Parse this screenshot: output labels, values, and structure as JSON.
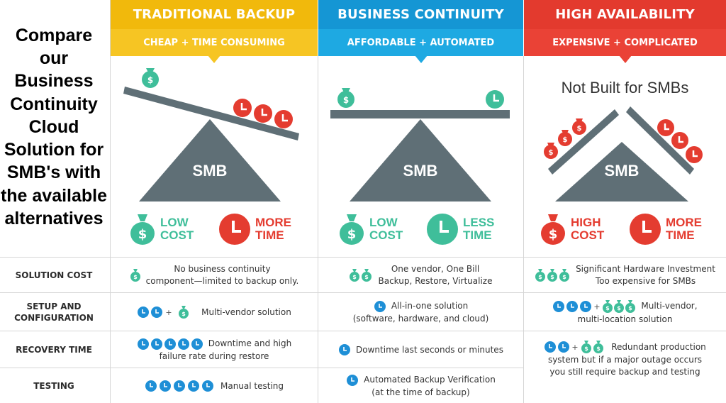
{
  "intro": {
    "text": "Compare our Business Continuity Cloud Solution for SMB's with the available alternatives"
  },
  "columns": [
    {
      "title": "TRADITIONAL BACKUP",
      "subtitle": "CHEAP + TIME CONSUMING",
      "header_color": "#f1b90c",
      "scale_label": "SMB",
      "metric_cost": [
        "LOW",
        "COST"
      ],
      "metric_time": [
        "MORE",
        "TIME"
      ]
    },
    {
      "title": "BUSINESS CONTINUITY",
      "subtitle": "AFFORDABLE + AUTOMATED",
      "header_color": "#1596d4",
      "scale_label": "SMB",
      "metric_cost": [
        "LOW",
        "COST"
      ],
      "metric_time": [
        "LESS",
        "TIME"
      ]
    },
    {
      "title": "HIGH AVAILABILITY",
      "subtitle": "EXPENSIVE + COMPLICATED",
      "header_color": "#e33a2e",
      "scale_label": "SMB",
      "tagline": "Not Built for SMBs",
      "metric_cost": [
        "HIGH",
        "COST"
      ],
      "metric_time": [
        "MORE",
        "TIME"
      ]
    }
  ],
  "rows": [
    {
      "label": "SOLUTION COST",
      "cells": [
        {
          "line1": "No business continuity",
          "line2": "component—limited to backup only.",
          "clocks": 0,
          "bags": 1
        },
        {
          "line1": "One vendor, One Bill",
          "line2": "Backup, Restore, Virtualize",
          "clocks": 0,
          "bags": 2
        },
        {
          "line1": "Significant Hardware Investment",
          "line2": "Too expensive for SMBs",
          "clocks": 0,
          "bags": 3
        }
      ]
    },
    {
      "label": "SETUP AND CONFIGURATION",
      "label_lines": [
        "SETUP AND",
        "CONFIGURATION"
      ],
      "cells": [
        {
          "line1": "Multi-vendor solution",
          "line2": "",
          "clocks": 2,
          "bags": 1
        },
        {
          "line1": "All-in-one solution",
          "line2": "(software, hardware, and cloud)",
          "clocks": 1,
          "bags": 0
        },
        {
          "line1": "Multi-vendor,",
          "line2": "multi-location solution",
          "clocks": 3,
          "bags": 3
        }
      ]
    },
    {
      "label": "RECOVERY TIME",
      "cells": [
        {
          "line1": "Downtime and high",
          "line2": "failure rate during restore",
          "clocks": 5,
          "bags": 0
        },
        {
          "line1": "Downtime last seconds or minutes",
          "line2": "",
          "clocks": 1,
          "bags": 0
        },
        {
          "line1": "Redundant production",
          "line2": "system but if a major outage occurs",
          "line3": "you still require backup and testing",
          "clocks": 2,
          "bags": 2
        }
      ]
    },
    {
      "label": "TESTING",
      "cells": [
        {
          "line1": "Manual testing",
          "line2": "",
          "clocks": 5,
          "bags": 0
        },
        {
          "line1": "Automated Backup Verification",
          "line2": "(at the time of backup)",
          "clocks": 1,
          "bags": 0
        },
        {
          "line1": "",
          "line2": "",
          "clocks": 0,
          "bags": 0
        }
      ]
    }
  ],
  "colors": {
    "green": "#3fbe9a",
    "red": "#e43c30",
    "blue": "#1e8fd6",
    "scale_gray": "#5f6f76"
  },
  "icons": {
    "money": "money-bag-icon",
    "clock": "clock-icon"
  }
}
